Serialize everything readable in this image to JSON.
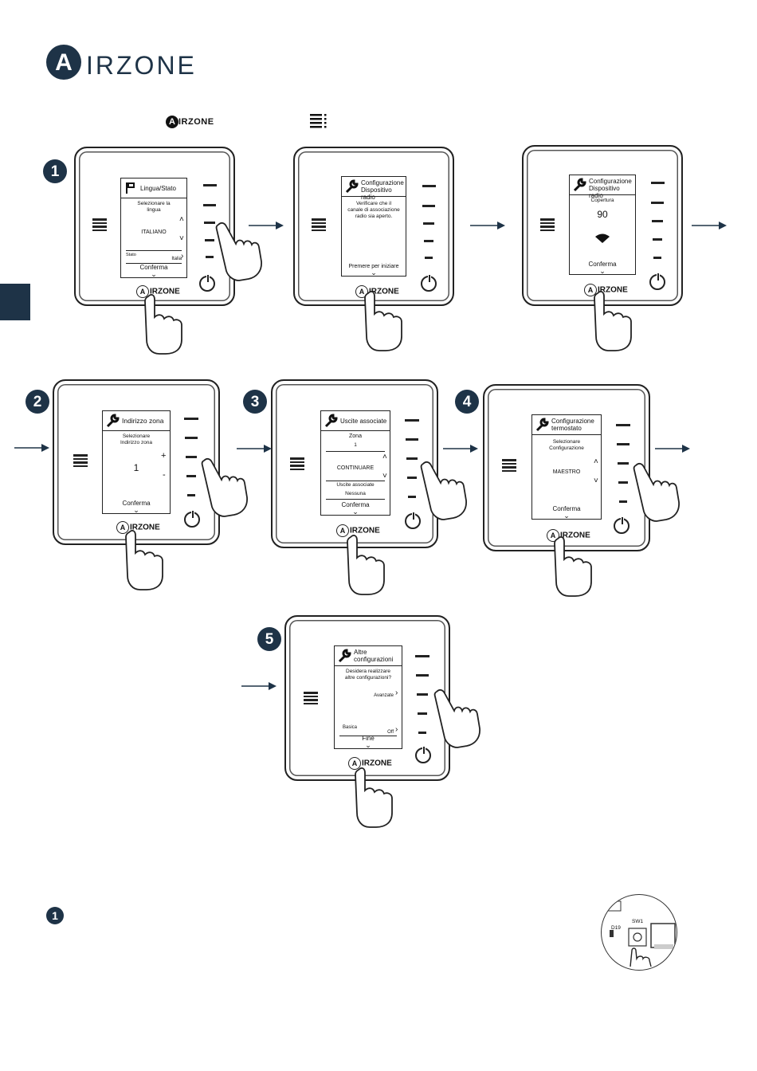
{
  "brand": {
    "logo_letter": "A",
    "logo_word": "IRZONE",
    "color": "#1e3347"
  },
  "header": {
    "logo_letter": "A",
    "logo_word": "IRZONE"
  },
  "steps": [
    "1",
    "2",
    "3",
    "4",
    "5"
  ],
  "device_logo": {
    "letter": "A",
    "word": "IRZONE"
  },
  "screens": {
    "s1": {
      "title": "Lingua/Stato",
      "text": "Selezionare la lingua",
      "value": "ITALIANO",
      "row_label": "Stato",
      "row_value": "Italia",
      "bottom": "Conferma"
    },
    "s2": {
      "title_l1": "Configurazione",
      "title_l2": "Dispositivo radio",
      "text_l1": "Verificare che il",
      "text_l2": "canale di associazione",
      "text_l3": "radio sia aperto.",
      "bottom": "Premere per iniziare"
    },
    "s3": {
      "title_l1": "Configurazione",
      "title_l2": "Dispositivo radio",
      "text": "Copertura",
      "value": "90",
      "bottom": "Conferma"
    },
    "s4": {
      "title": "Indirizzo zona",
      "text_l1": "Selezionare",
      "text_l2": "Indirizzo zona",
      "value": "1",
      "plus": "+",
      "minus": "-",
      "bottom": "Conferma"
    },
    "s5": {
      "title": "Uscite associate",
      "label1": "Zona",
      "value1": "1",
      "value2": "CONTINUARE",
      "label3": "Uscite associate",
      "value3": "Nessuna",
      "bottom": "Conferma"
    },
    "s6": {
      "title_l1": "Configurazione",
      "title_l2": "termostato",
      "text_l1": "Selezionare",
      "text_l2": "Configurazione",
      "value": "MAESTRO",
      "bottom": "Conferma"
    },
    "s7": {
      "title_l1": "Altre",
      "title_l2": "configurazioni",
      "text_l1": "Desidera realizzare",
      "text_l2": "altre configurazioni?",
      "opt1": "Avanzate",
      "label2": "Basica",
      "opt2": "Off",
      "bottom": "Fine"
    }
  },
  "note_step": "1",
  "board": {
    "label1": "SW1",
    "label2": "D19"
  }
}
